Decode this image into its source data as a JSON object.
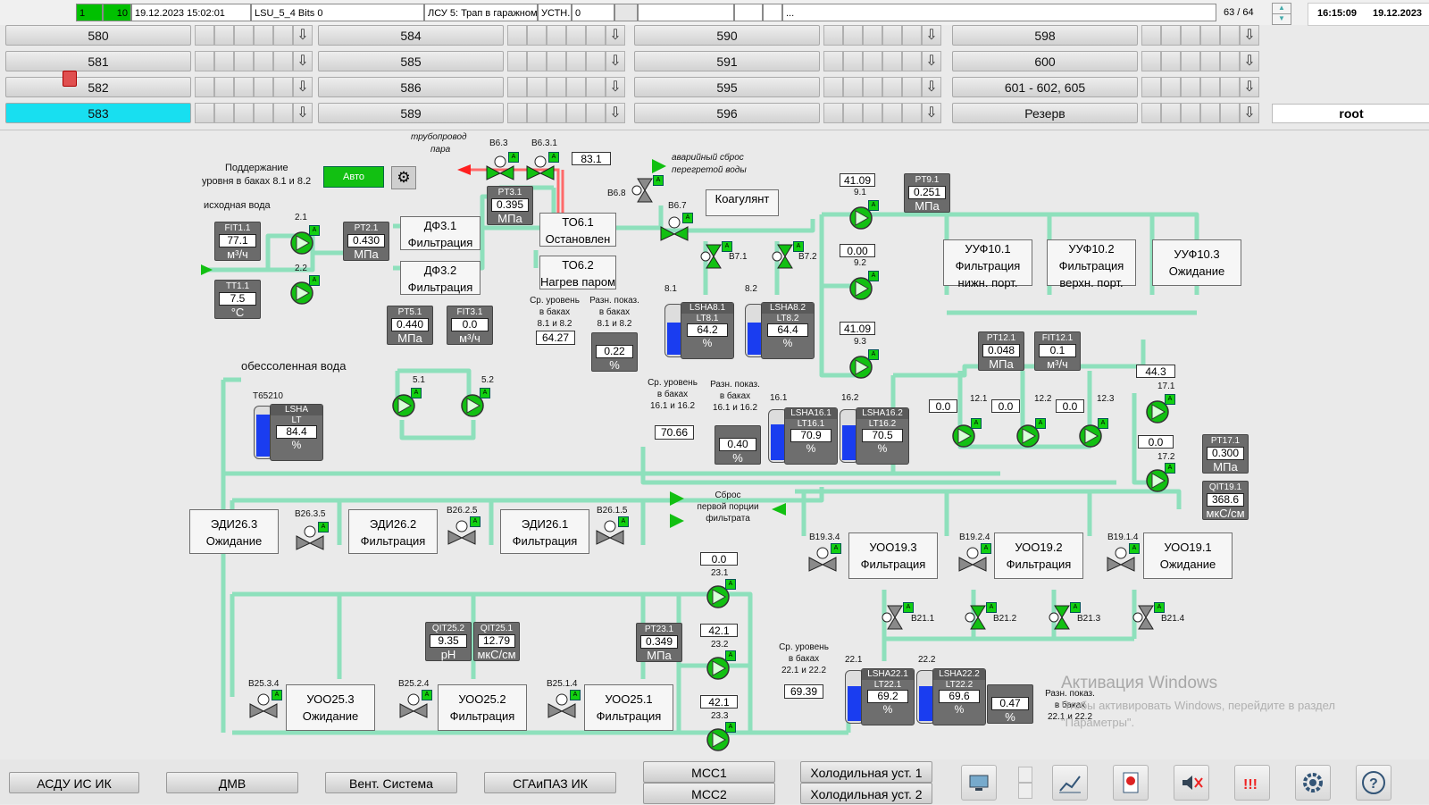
{
  "topbar": {
    "counter_left": "1",
    "counter_right": "10",
    "datetime": "19.12.2023 15:02:01",
    "tag": "LSU_5_4 Bits 0",
    "message": "ЛСУ 5: Трап в гаражном",
    "ustn_label": "УСТН.",
    "ustn_value": "0",
    "ellipsis": "...",
    "page_counter": "63 / 64",
    "clock_time": "16:15:09",
    "clock_date": "19.12.2023",
    "user": "root"
  },
  "rooms": [
    [
      "580",
      "584",
      "590",
      "598"
    ],
    [
      "581",
      "585",
      "591",
      "600"
    ],
    [
      "582",
      "586",
      "595",
      "601 - 602, 605"
    ],
    [
      "583",
      "589",
      "596",
      "Резерв"
    ]
  ],
  "active_room": "583",
  "scheme": {
    "level_support_label1": "Поддержание",
    "level_support_label2": "уровня в баках 8.1 и 8.2",
    "auto_button": "Авто",
    "steam_pipe1": "трубопровод",
    "steam_pipe2": "пара",
    "emergency1": "аварийный сброс",
    "emergency2": "перегретой воды",
    "source_water": "исходная вода",
    "demin_water": "обессоленная вода",
    "reset1": "Сброс",
    "reset2": "первой порции",
    "reset3": "фильтрата",
    "avg_level": "Ср. уровень",
    "in_tanks": "в баках",
    "diff_read": "Разн. показ.",
    "avg_81_82": "8.1 и 8.2",
    "avg_161_162": "16.1 и 16.2",
    "avg_221_222": "22.1 и 22.2",
    "units": {
      "m3h": "м³/ч",
      "mpa": "МПа",
      "c": "°С",
      "pct": "%",
      "ph": "pH",
      "mks": "мкС/см"
    }
  },
  "gauges": {
    "FIT1_1": {
      "name": "FIT1.1",
      "value": "77.1"
    },
    "TT1_1": {
      "name": "TT1.1",
      "value": "7.5"
    },
    "PT2_1": {
      "name": "PT2.1",
      "value": "0.430"
    },
    "PT3_1": {
      "name": "PT3.1",
      "value": "0.395"
    },
    "PT5_1": {
      "name": "PT5.1",
      "value": "0.440"
    },
    "FIT3_1": {
      "name": "FIT3.1",
      "value": "0.0"
    },
    "PT9_1": {
      "name": "PT9.1",
      "value": "0.251"
    },
    "PT12_1": {
      "name": "PT12.1",
      "value": "0.048"
    },
    "FIT12_1": {
      "name": "FIT12.1",
      "value": "0.1"
    },
    "PT17_1": {
      "name": "PT17.1",
      "value": "0.300"
    },
    "QIT19_1": {
      "name": "QIT19.1",
      "value": "368.6"
    },
    "QIT25_2": {
      "name": "QIT25.2",
      "value": "9.35"
    },
    "QIT25_1": {
      "name": "QIT25.1",
      "value": "12.79"
    },
    "PT23_1": {
      "name": "PT23.1",
      "value": "0.349"
    }
  },
  "values": {
    "v83_1": "83.1",
    "avg8": "64.27",
    "diff8": "0.22",
    "p9_1": "41.09",
    "p9_2": "0.00",
    "p9_3": "41.09",
    "avg16": "70.66",
    "diff16": "0.40",
    "p12_1": "0.0",
    "p12_2": "0.0",
    "p12_3": "0.0",
    "p17_1": "44.3",
    "p17_2": "0.0",
    "p23_1": "0.0",
    "p23_2": "42.1",
    "p23_3": "42.1",
    "avg22": "69.39",
    "diff22": "0.47"
  },
  "tanks": {
    "T65210": {
      "label": "T65210",
      "name": "LSHA",
      "lt": "LT",
      "value": "84.4",
      "level": 0.84
    },
    "T8_1": {
      "label": "8.1",
      "name": "LSHA8.1",
      "lt": "LT8.1",
      "value": "64.2",
      "level": 0.64
    },
    "T8_2": {
      "label": "8.2",
      "name": "LSHA8.2",
      "lt": "LT8.2",
      "value": "64.4",
      "level": 0.64
    },
    "T16_1": {
      "label": "16.1",
      "name": "LSHA16.1",
      "lt": "LT16.1",
      "value": "70.9",
      "level": 0.71
    },
    "T16_2": {
      "label": "16.2",
      "name": "LSHA16.2",
      "lt": "LT16.2",
      "value": "70.5",
      "level": 0.7
    },
    "T22_1": {
      "label": "22.1",
      "name": "LSHA22.1",
      "lt": "LT22.1",
      "value": "69.2",
      "level": 0.69
    },
    "T22_2": {
      "label": "22.2",
      "name": "LSHA22.2",
      "lt": "LT22.2",
      "value": "69.6",
      "level": 0.7
    }
  },
  "equipment": {
    "DF3_1": {
      "name": "ДФ3.1",
      "state": "Фильтрация"
    },
    "DF3_2": {
      "name": "ДФ3.2",
      "state": "Фильтрация"
    },
    "TO6_1": {
      "name": "ТО6.1",
      "state": "Остановлен"
    },
    "TO6_2": {
      "name": "ТО6.2",
      "state": "Нагрев паром"
    },
    "koag": {
      "name": "Коагулянт"
    },
    "UUF10_1": {
      "name": "УУФ10.1",
      "state": "Фильтрация",
      "state2": "нижн. порт."
    },
    "UUF10_2": {
      "name": "УУФ10.2",
      "state": "Фильтрация",
      "state2": "верхн. порт."
    },
    "UUF10_3": {
      "name": "УУФ10.3",
      "state": "Ожидание"
    },
    "EDI26_3": {
      "name": "ЭДИ26.3",
      "state": "Ожидание"
    },
    "EDI26_2": {
      "name": "ЭДИ26.2",
      "state": "Фильтрация"
    },
    "EDI26_1": {
      "name": "ЭДИ26.1",
      "state": "Фильтрация"
    },
    "UOO19_3": {
      "name": "УОО19.3",
      "state": "Фильтрация"
    },
    "UOO19_2": {
      "name": "УОО19.2",
      "state": "Фильтрация"
    },
    "UOO19_1": {
      "name": "УОО19.1",
      "state": "Ожидание"
    },
    "UOO25_3": {
      "name": "УОО25.3",
      "state": "Ожидание"
    },
    "UOO25_2": {
      "name": "УОО25.2",
      "state": "Фильтрация"
    },
    "UOO25_1": {
      "name": "УОО25.1",
      "state": "Фильтрация"
    }
  },
  "tags": {
    "p2_1": "2.1",
    "p2_2": "2.2",
    "p5_1": "5.1",
    "p5_2": "5.2",
    "p9_1": "9.1",
    "p9_2": "9.2",
    "p9_3": "9.3",
    "p12_1": "12.1",
    "p12_2": "12.2",
    "p12_3": "12.3",
    "p17_1": "17.1",
    "p17_2": "17.2",
    "p23_1": "23.1",
    "p23_2": "23.2",
    "p23_3": "23.3",
    "B6_3": "B6.3",
    "B6_3_1": "B6.3.1",
    "B6_8": "B6.8",
    "B6_7": "B6.7",
    "B7_1": "B7.1",
    "B7_2": "B7.2",
    "B26_3_5": "B26.3.5",
    "B26_2_5": "B26.2.5",
    "B26_1_5": "B26.1.5",
    "B19_3_4": "B19.3.4",
    "B19_2_4": "B19.2.4",
    "B19_1_4": "B19.1.4",
    "B21_1": "B21.1",
    "B21_2": "B21.2",
    "B21_3": "B21.3",
    "B21_4": "B21.4",
    "B25_3_4": "B25.3.4",
    "B25_2_4": "B25.2.4",
    "B25_1_4": "B25.1.4"
  },
  "bottom": {
    "asdu": "АСДУ ИС ИК",
    "dmv": "ДМВ",
    "vent": "Вент. Система",
    "sgaipaz": "СГАиПАЗ ИК",
    "mss1": "МСС1",
    "mss2": "МСС2",
    "cold1": "Холодильная уст. 1",
    "cold2": "Холодильная уст. 2"
  },
  "watermark": {
    "line1": "Активация Windows",
    "line2": "Чтобы активировать Windows, перейдите в раздел",
    "line3": "\"Параметры\"."
  },
  "colors": {
    "pipe": "#8ee0bc",
    "pump_green": "#12c012",
    "active_room": "#18dff0",
    "status_green": "#00c000"
  }
}
